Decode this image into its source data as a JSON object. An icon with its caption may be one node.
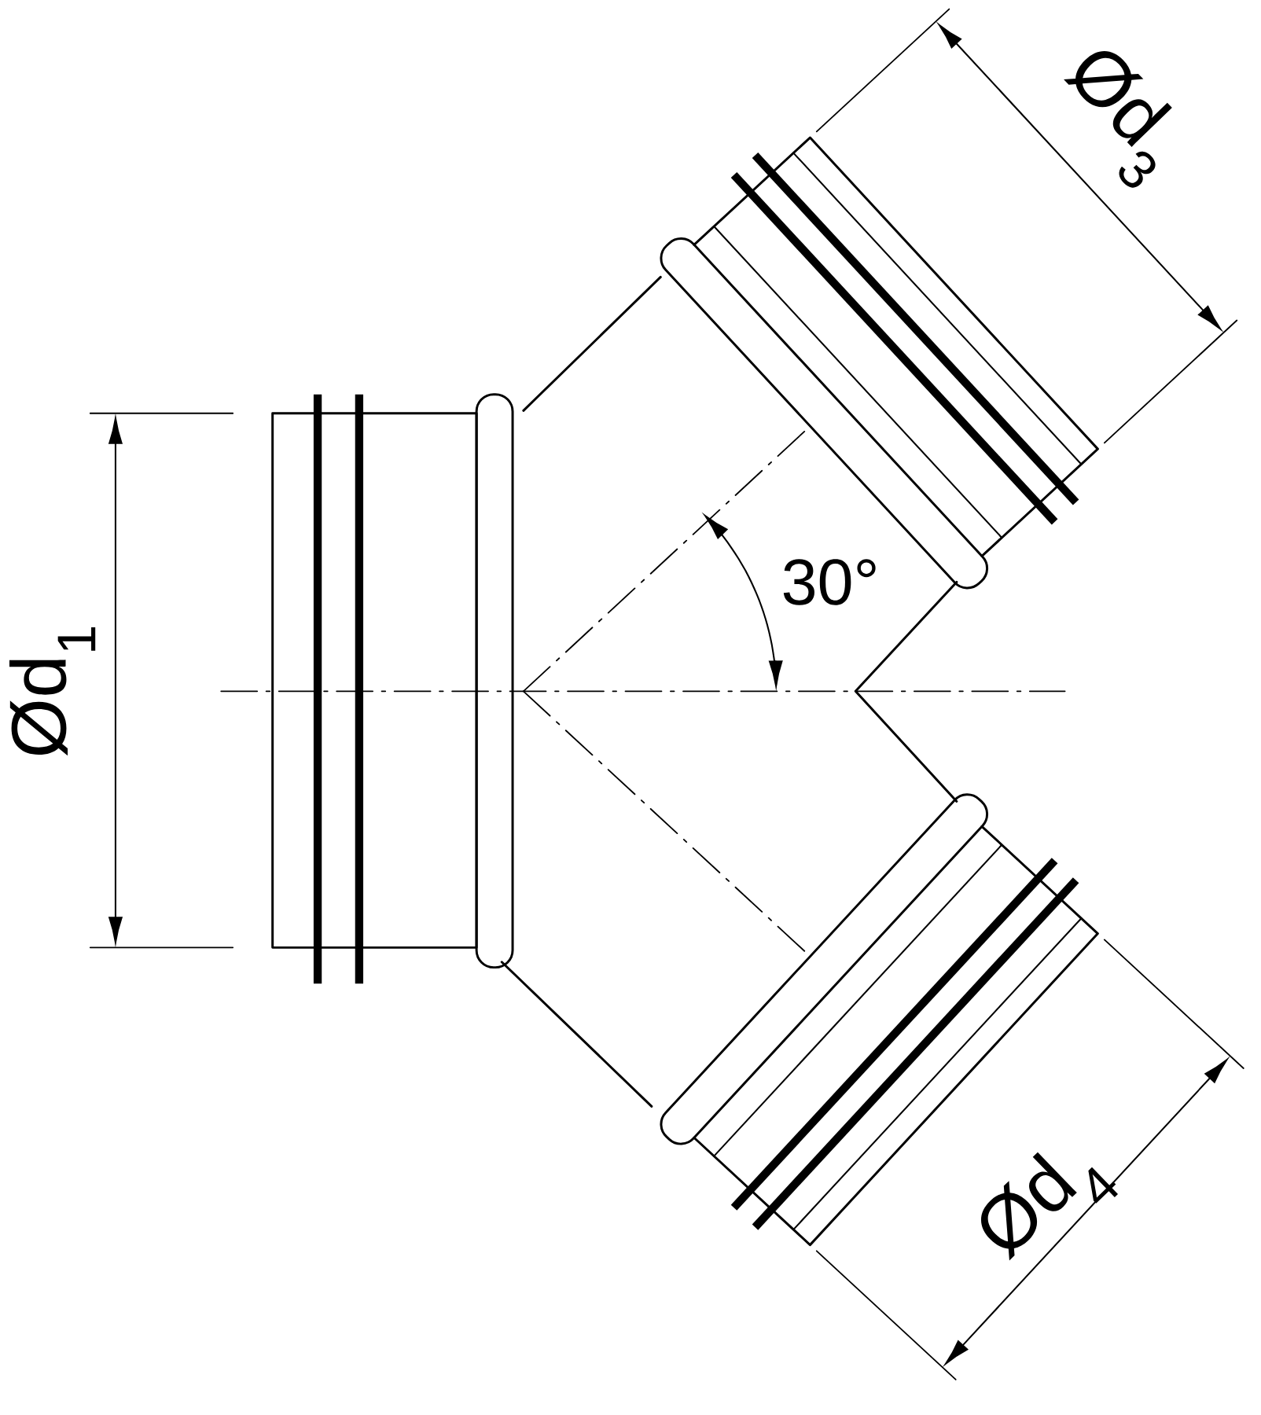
{
  "diagram": {
    "labels": [
      "Ød$_{3}$",
      "30°",
      "Ød$_{1}$",
      "Ød$_{4}$"
    ]
  }
}
